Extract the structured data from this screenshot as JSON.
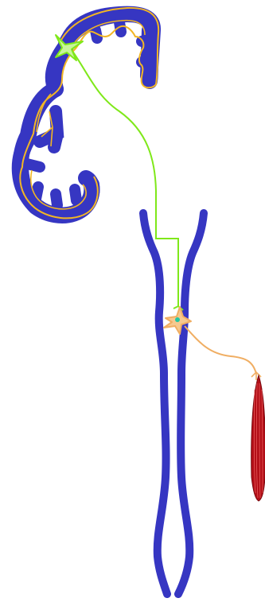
{
  "colors": {
    "background": "#ffffff",
    "neural_tissue": "#3636c2",
    "cortex_outline": "#f2b624",
    "upper_motor_neuron": "#7fe81a",
    "upper_motor_neuron_body_fill": "#c8f59a",
    "lower_motor_neuron": "#f0ae63",
    "lower_motor_neuron_body_fill": "#f6c98f",
    "muscle_fill": "#b30f18",
    "muscle_striation": "#e85a5a",
    "synapse_marker": "#24c7a0"
  },
  "elements": {
    "brain_cortex": "brain-cortex-section",
    "spinal_cord": "spinal-cord",
    "upper_motor_neuron": "upper-motor-neuron",
    "lower_motor_neuron": "lower-motor-neuron",
    "skeletal_muscle": "skeletal-muscle"
  }
}
